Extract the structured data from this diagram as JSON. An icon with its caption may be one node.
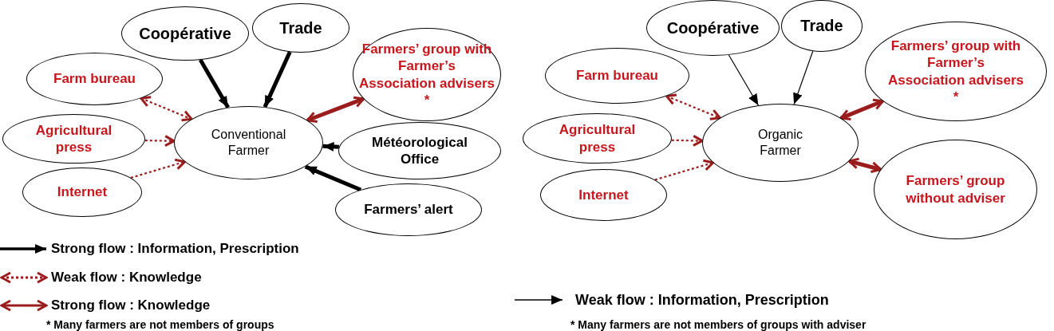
{
  "diagram": {
    "nodes": [
      {
        "text": [
          "Coopérative"
        ]
      },
      {
        "text": [
          "Trade"
        ]
      },
      {
        "text": [
          "Farm bureau"
        ]
      },
      {
        "text": [
          "Farmers’ group with Farmer’s Association advisers *"
        ]
      },
      {
        "text": [
          "Agricultural press"
        ]
      },
      {
        "text": [
          "Conventional Farmer"
        ]
      },
      {
        "text": [
          "Météorological Office"
        ]
      },
      {
        "text": [
          "Internet"
        ]
      },
      {
        "text": [
          "Farmers’ alert"
        ]
      },
      {
        "text": [
          "Coopérative"
        ]
      },
      {
        "text": [
          "Trade"
        ]
      },
      {
        "text": [
          "Farm bureau"
        ]
      },
      {
        "text": [
          "Farmers’ group with Farmer’s Association advisers *"
        ]
      },
      {
        "text": [
          "Agricultural press"
        ]
      },
      {
        "text": [
          "Organic Farmer"
        ]
      },
      {
        "text": [
          "Internet"
        ]
      },
      {
        "text": [
          "Farmers’ group without adviser"
        ]
      }
    ],
    "edges": [
      {
        "from": 0,
        "to": 5,
        "arrow": "to",
        "style": "thick",
        "color": "#000000"
      },
      {
        "from": 1,
        "to": 5,
        "arrow": "to",
        "style": "thick",
        "color": "#000000"
      },
      {
        "from": 2,
        "to": 5,
        "arrow": "both",
        "style": "dashed",
        "color": "#9b1c1c"
      },
      {
        "from": 4,
        "to": 5,
        "arrow": "to",
        "style": "dashed",
        "color": "#9b1c1c"
      },
      {
        "from": 7,
        "to": 5,
        "arrow": "to",
        "style": "dashed",
        "color": "#9b1c1c"
      },
      {
        "from": 3,
        "to": 5,
        "arrow": "both",
        "style": "thick",
        "color": "#9b1c1c"
      },
      {
        "from": 6,
        "to": 5,
        "arrow": "to",
        "style": "thick",
        "color": "#000000"
      },
      {
        "from": 8,
        "to": 5,
        "arrow": "to",
        "style": "thick",
        "color": "#000000"
      },
      {
        "from": 9,
        "to": 14,
        "arrow": "to",
        "color": "#000000"
      },
      {
        "from": 10,
        "to": 14,
        "arrow": "to",
        "color": "#000000"
      },
      {
        "from": 11,
        "to": 14,
        "arrow": "both",
        "style": "dashed",
        "color": "#9b1c1c"
      },
      {
        "from": 13,
        "to": 14,
        "arrow": "to",
        "style": "dashed",
        "color": "#9b1c1c"
      },
      {
        "from": 15,
        "to": 14,
        "arrow": "to",
        "style": "dashed",
        "color": "#9b1c1c"
      },
      {
        "from": 12,
        "to": 14,
        "arrow": "both",
        "style": "thick",
        "color": "#9b1c1c"
      },
      {
        "from": 16,
        "to": 14,
        "arrow": "both",
        "style": "thick",
        "color": "#9b1c1c"
      }
    ],
    "labels": [
      "* Many farmers are not members of groups",
      "* Many farmers are not members of groups with adviser"
    ],
    "legend": [
      {
        "text": "Strong flow : Information, Prescription"
      },
      {
        "text": "Weak flow : Knowledge"
      },
      {
        "text": "Strong flow : Knowledge"
      },
      {
        "text": "Weak flow : Information, Prescription"
      }
    ]
  }
}
